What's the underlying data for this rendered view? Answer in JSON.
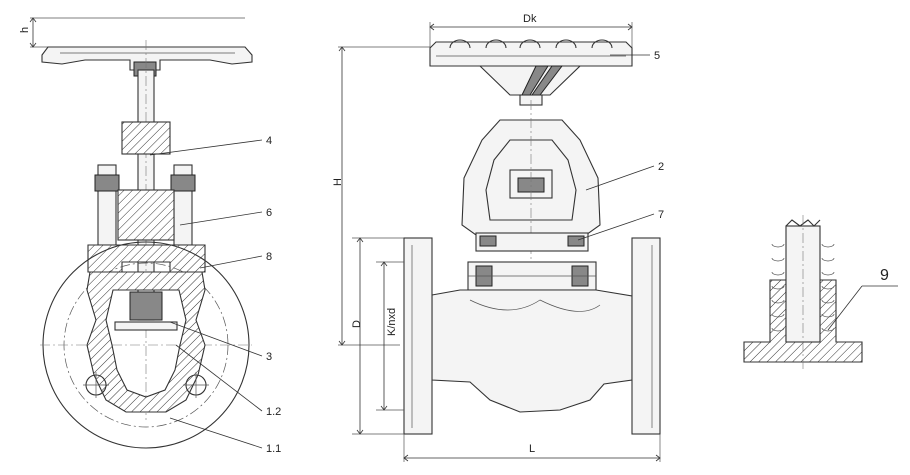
{
  "callouts": {
    "c4": "4",
    "c6": "6",
    "c8": "8",
    "c3": "3",
    "c12": "1.2",
    "c11": "1.1",
    "c5": "5",
    "c2": "2",
    "c7": "7",
    "c9": "9"
  },
  "dimensions": {
    "h": "h",
    "H": "H",
    "Dk": "Dk",
    "D": "D",
    "Knxd": "K/nxd",
    "L": "L"
  }
}
